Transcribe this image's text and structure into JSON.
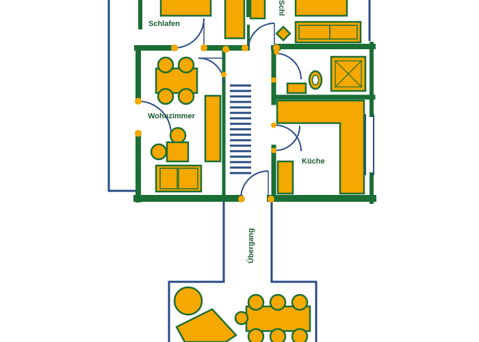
{
  "rooms": {
    "schlafen": "Schlafen",
    "schlafen2": "Schl",
    "wohnzimmer": "Wohnzimmer",
    "kueche": "Küche",
    "uebergang": "Übergang"
  },
  "colors": {
    "wall": "#1b6e35",
    "outline": "#274a82",
    "furniture": "#f5a800",
    "furniture_stroke": "#1b6e35",
    "stairs": "#274a82",
    "label": "#1b5a30",
    "door": "#274a82"
  }
}
